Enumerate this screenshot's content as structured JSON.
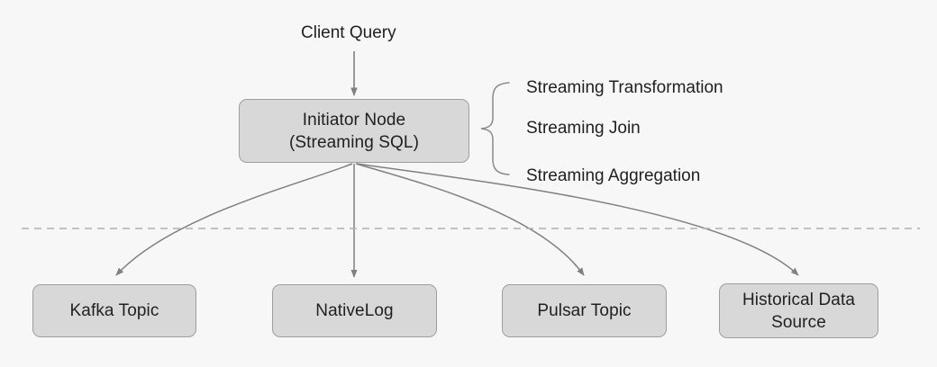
{
  "diagram": {
    "background_color": "#f7f7f7",
    "node_fill": "#d8d8d8",
    "node_border": "#9e9e9e",
    "edge_color": "#808080",
    "text_color": "#1f1f1f",
    "divider_color": "#b0b0b0",
    "title_label": "Client Query",
    "nodes": [
      {
        "id": "initiator",
        "label": "Initiator Node\n(Streaming SQL)"
      },
      {
        "id": "kafka",
        "label": "Kafka Topic"
      },
      {
        "id": "nativelog",
        "label": "NativeLog"
      },
      {
        "id": "pulsar",
        "label": "Pulsar Topic"
      },
      {
        "id": "historical",
        "label": "Historical Data\nSource"
      }
    ],
    "annotations": [
      {
        "id": "transformation",
        "label": "Streaming Transformation"
      },
      {
        "id": "join",
        "label": "Streaming Join"
      },
      {
        "id": "aggregation",
        "label": "Streaming Aggregation"
      }
    ]
  }
}
